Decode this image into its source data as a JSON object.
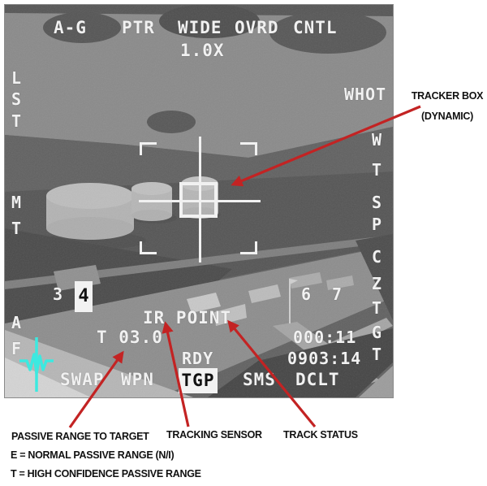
{
  "colors": {
    "hud_white": "#f1f1f1",
    "laser_cyan": "#3ce9e0",
    "arrow_red": "#c32323",
    "annotation_black": "#111111",
    "selected_bg": "#f2f2f2"
  },
  "hud": {
    "top": [
      "A-G",
      "PTR",
      "WIDE",
      "OVRD",
      "CNTL"
    ],
    "zoom": "1.0X",
    "left": [
      "L",
      "S",
      "T",
      "M",
      "T",
      "A",
      "F"
    ],
    "polarity": "WHOT",
    "right": [
      "W",
      "T",
      "S",
      "P",
      "C",
      "Z",
      "T",
      "G",
      "T"
    ],
    "points_left": [
      "3",
      "4"
    ],
    "points_right": [
      "6",
      "7"
    ],
    "track_mode": "IR POINT",
    "passive_range": "T 03.0",
    "time_to_go": "000:11",
    "laser_status": "RDY",
    "time": "0903:14",
    "bottom": [
      "SWAP",
      "WPN",
      "TGP",
      "SMS",
      "DCLT"
    ]
  },
  "callouts": {
    "tracker_line1": "TRACKER BOX",
    "tracker_line2": "(DYNAMIC)",
    "passive_1": "PASSIVE RANGE TO TARGET",
    "passive_2": "E = NORMAL PASSIVE RANGE (N/I)",
    "passive_3": "T  = HIGH CONFIDENCE PASSIVE RANGE",
    "tracking_sensor": "TRACKING SENSOR",
    "track_status": "TRACK STATUS"
  }
}
